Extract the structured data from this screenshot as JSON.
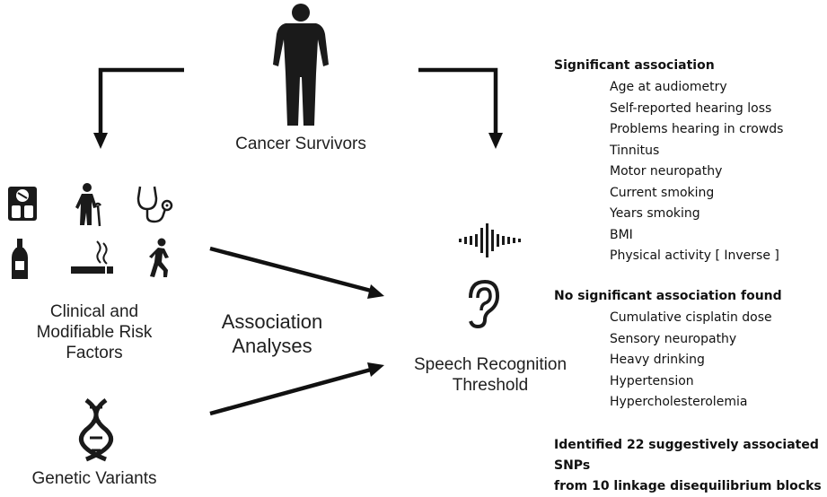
{
  "diagram": {
    "top_node": {
      "label": "Cancer Survivors",
      "icon": "person-silhouette-icon"
    },
    "left_node": {
      "label_lines": [
        "Clinical and",
        "Modifiable Risk",
        "Factors"
      ],
      "icons": [
        "scale-icon",
        "elderly-walking-icon",
        "stethoscope-icon",
        "bottle-icon",
        "cigarette-icon",
        "walking-person-icon"
      ]
    },
    "genetic_node": {
      "label": "Genetic Variants",
      "icon": "dna-icon"
    },
    "middle_label_lines": [
      "Association",
      "Analyses"
    ],
    "right_node": {
      "label_lines": [
        "Speech Recognition",
        "Threshold"
      ],
      "icons": [
        "sound-wave-icon",
        "ear-icon"
      ]
    },
    "colors": {
      "arrow": "#111111",
      "icon": "#1a1a1a",
      "text": "#1f1f1f"
    }
  },
  "results": {
    "significant": {
      "heading": "Significant association",
      "items": [
        "Age at audiometry",
        "Self-reported hearing loss",
        "Problems hearing in crowds",
        "Tinnitus",
        "Motor neuropathy",
        "Current smoking",
        "Years smoking",
        "BMI",
        "Physical activity [ Inverse ]"
      ]
    },
    "not_significant": {
      "heading": "No significant association found",
      "items": [
        "Cumulative cisplatin dose",
        "Sensory neuropathy",
        "Heavy drinking",
        "Hypertension",
        "Hypercholesterolemia"
      ]
    },
    "snps_lines": [
      "Identified 22 suggestively associated SNPs",
      "from 10 linkage disequilibrium blocks"
    ]
  }
}
